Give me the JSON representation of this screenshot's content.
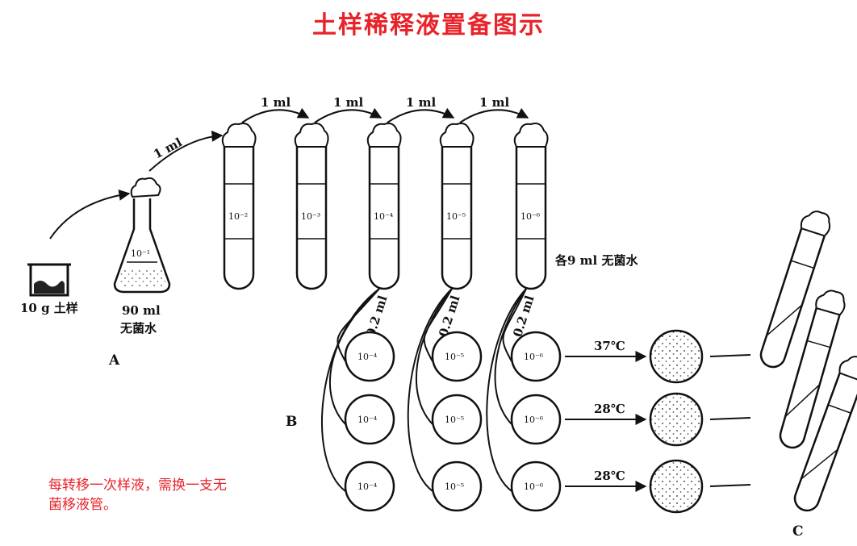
{
  "title": "土样稀释液置备图示",
  "note": "每转移一次样液，需换一支无菌移液管。",
  "transfer_label": "1 ml",
  "plating_label": "0.2 ml",
  "tube_water_label": "各9 ml 无菌水",
  "soil": {
    "label": "10 g 土样"
  },
  "flask": {
    "dilution": "10⁻¹",
    "volume": "90 ml",
    "water": "无菌水"
  },
  "tubes": [
    "10⁻²",
    "10⁻³",
    "10⁻⁴",
    "10⁻⁵",
    "10⁻⁶"
  ],
  "plate_columns": [
    "10⁻⁴",
    "10⁻⁵",
    "10⁻⁶"
  ],
  "temps": [
    "37℃",
    "28℃",
    "28℃"
  ],
  "section_labels": {
    "a": "A",
    "b": "B",
    "c": "C"
  }
}
